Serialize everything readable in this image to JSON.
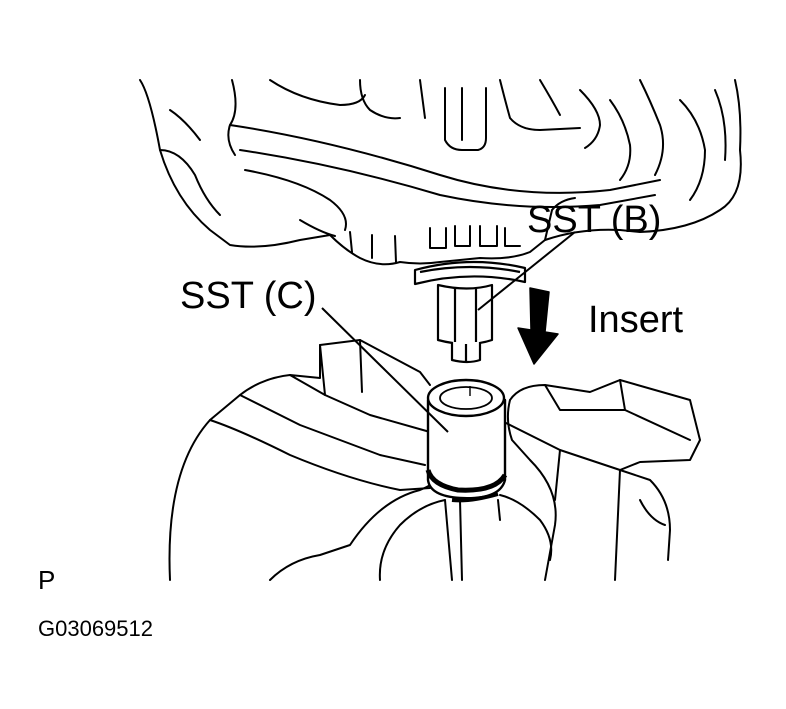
{
  "labels": {
    "sst_b": "SST (B)",
    "sst_c": "SST (C)",
    "insert": "Insert",
    "corner_code": "P",
    "figure_id": "G03069512"
  },
  "colors": {
    "ink": "#000000",
    "paper": "#ffffff"
  },
  "icons": {
    "arrow": "down-arrow-icon"
  }
}
